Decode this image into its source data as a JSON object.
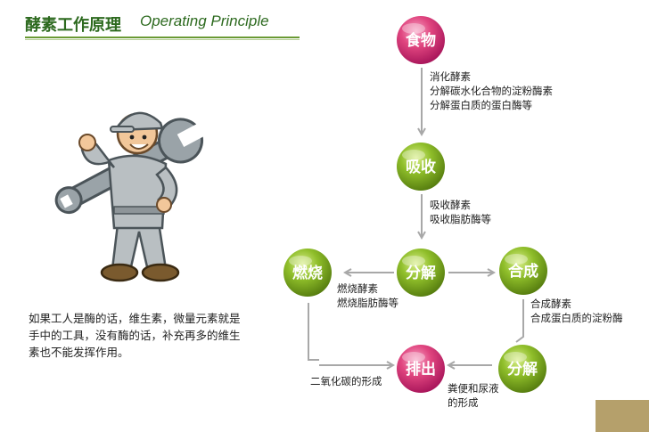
{
  "header": {
    "title_cn": "酵素工作原理",
    "title_en": "Operating Principle"
  },
  "description": {
    "lines": [
      "如果工人是酶的话，维生素，微量元素就是",
      "手中的工具，没有酶的话，补充再多的维生",
      "素也不能发挥作用。"
    ]
  },
  "nodes": {
    "food": {
      "label": "食物",
      "color": "#e0457f"
    },
    "absorb": {
      "label": "吸收",
      "color": "#8fbe2a"
    },
    "decompose1": {
      "label": "分解",
      "color": "#8fbe2a"
    },
    "burn": {
      "label": "燃烧",
      "color": "#8fbe2a"
    },
    "synth": {
      "label": "合成",
      "color": "#8fbe2a"
    },
    "decompose2": {
      "label": "分解",
      "color": "#8fbe2a"
    },
    "excrete": {
      "label": "排出",
      "color": "#e0457f"
    }
  },
  "annotations": {
    "digest": [
      "消化酵素",
      "分解碳水化合物的淀粉酶素",
      "分解蛋白质的蛋白酶等"
    ],
    "absorb": [
      "吸收酵素",
      "吸收脂肪酶等"
    ],
    "burn": [
      "燃烧酵素",
      "燃烧脂肪酶等"
    ],
    "synth": [
      "合成酵素",
      "合成蛋白质的淀粉酶"
    ],
    "co2": [
      "二氧化碳的形成"
    ],
    "waste": [
      "粪便和尿液",
      "的形成"
    ]
  },
  "colors": {
    "accent_green": "#2d6a1f",
    "pink_node": "#e0457f",
    "green_node": "#8fbe2a",
    "arrow": "#aaaaaa",
    "corner_block": "#b5a06b"
  },
  "illustration": {
    "icon": "worker-with-wrench-icon"
  }
}
